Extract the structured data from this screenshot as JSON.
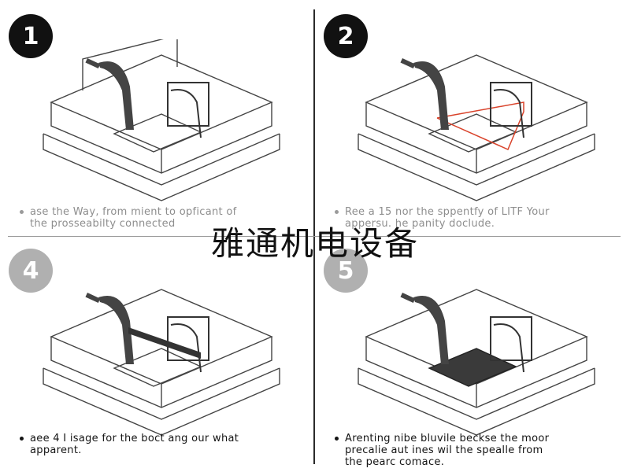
{
  "panels": [
    {
      "badge": "1",
      "badge_style": "dark",
      "caption_lines": [
        "ase the Way, from mient to opficant of",
        "the prosseabilty connected"
      ],
      "caption_style": "faded",
      "highlight": "none"
    },
    {
      "badge": "2",
      "badge_style": "dark",
      "caption_lines": [
        "Ree a 15 nor the sppentfy of LITF Your",
        "appersu. he panity doclude."
      ],
      "caption_style": "faded",
      "highlight": "red-outline"
    },
    {
      "badge": "4",
      "badge_style": "faded",
      "caption_lines": [
        "aee 4 I isage for the boct ang our what",
        "apparent."
      ],
      "caption_style": "dark",
      "highlight": "dark-bar"
    },
    {
      "badge": "5",
      "badge_style": "faded",
      "caption_lines": [
        "Arenting nibe bluvile beckse the moor",
        "precalie aut ines wil the spealle from",
        "the pearc comace."
      ],
      "caption_style": "dark",
      "highlight": "filled-panel"
    }
  ],
  "watermark": "雅通机电设备",
  "colors": {
    "accent_red": "#d9432b",
    "line": "#444444",
    "fill_dark": "#3a3a3a"
  }
}
